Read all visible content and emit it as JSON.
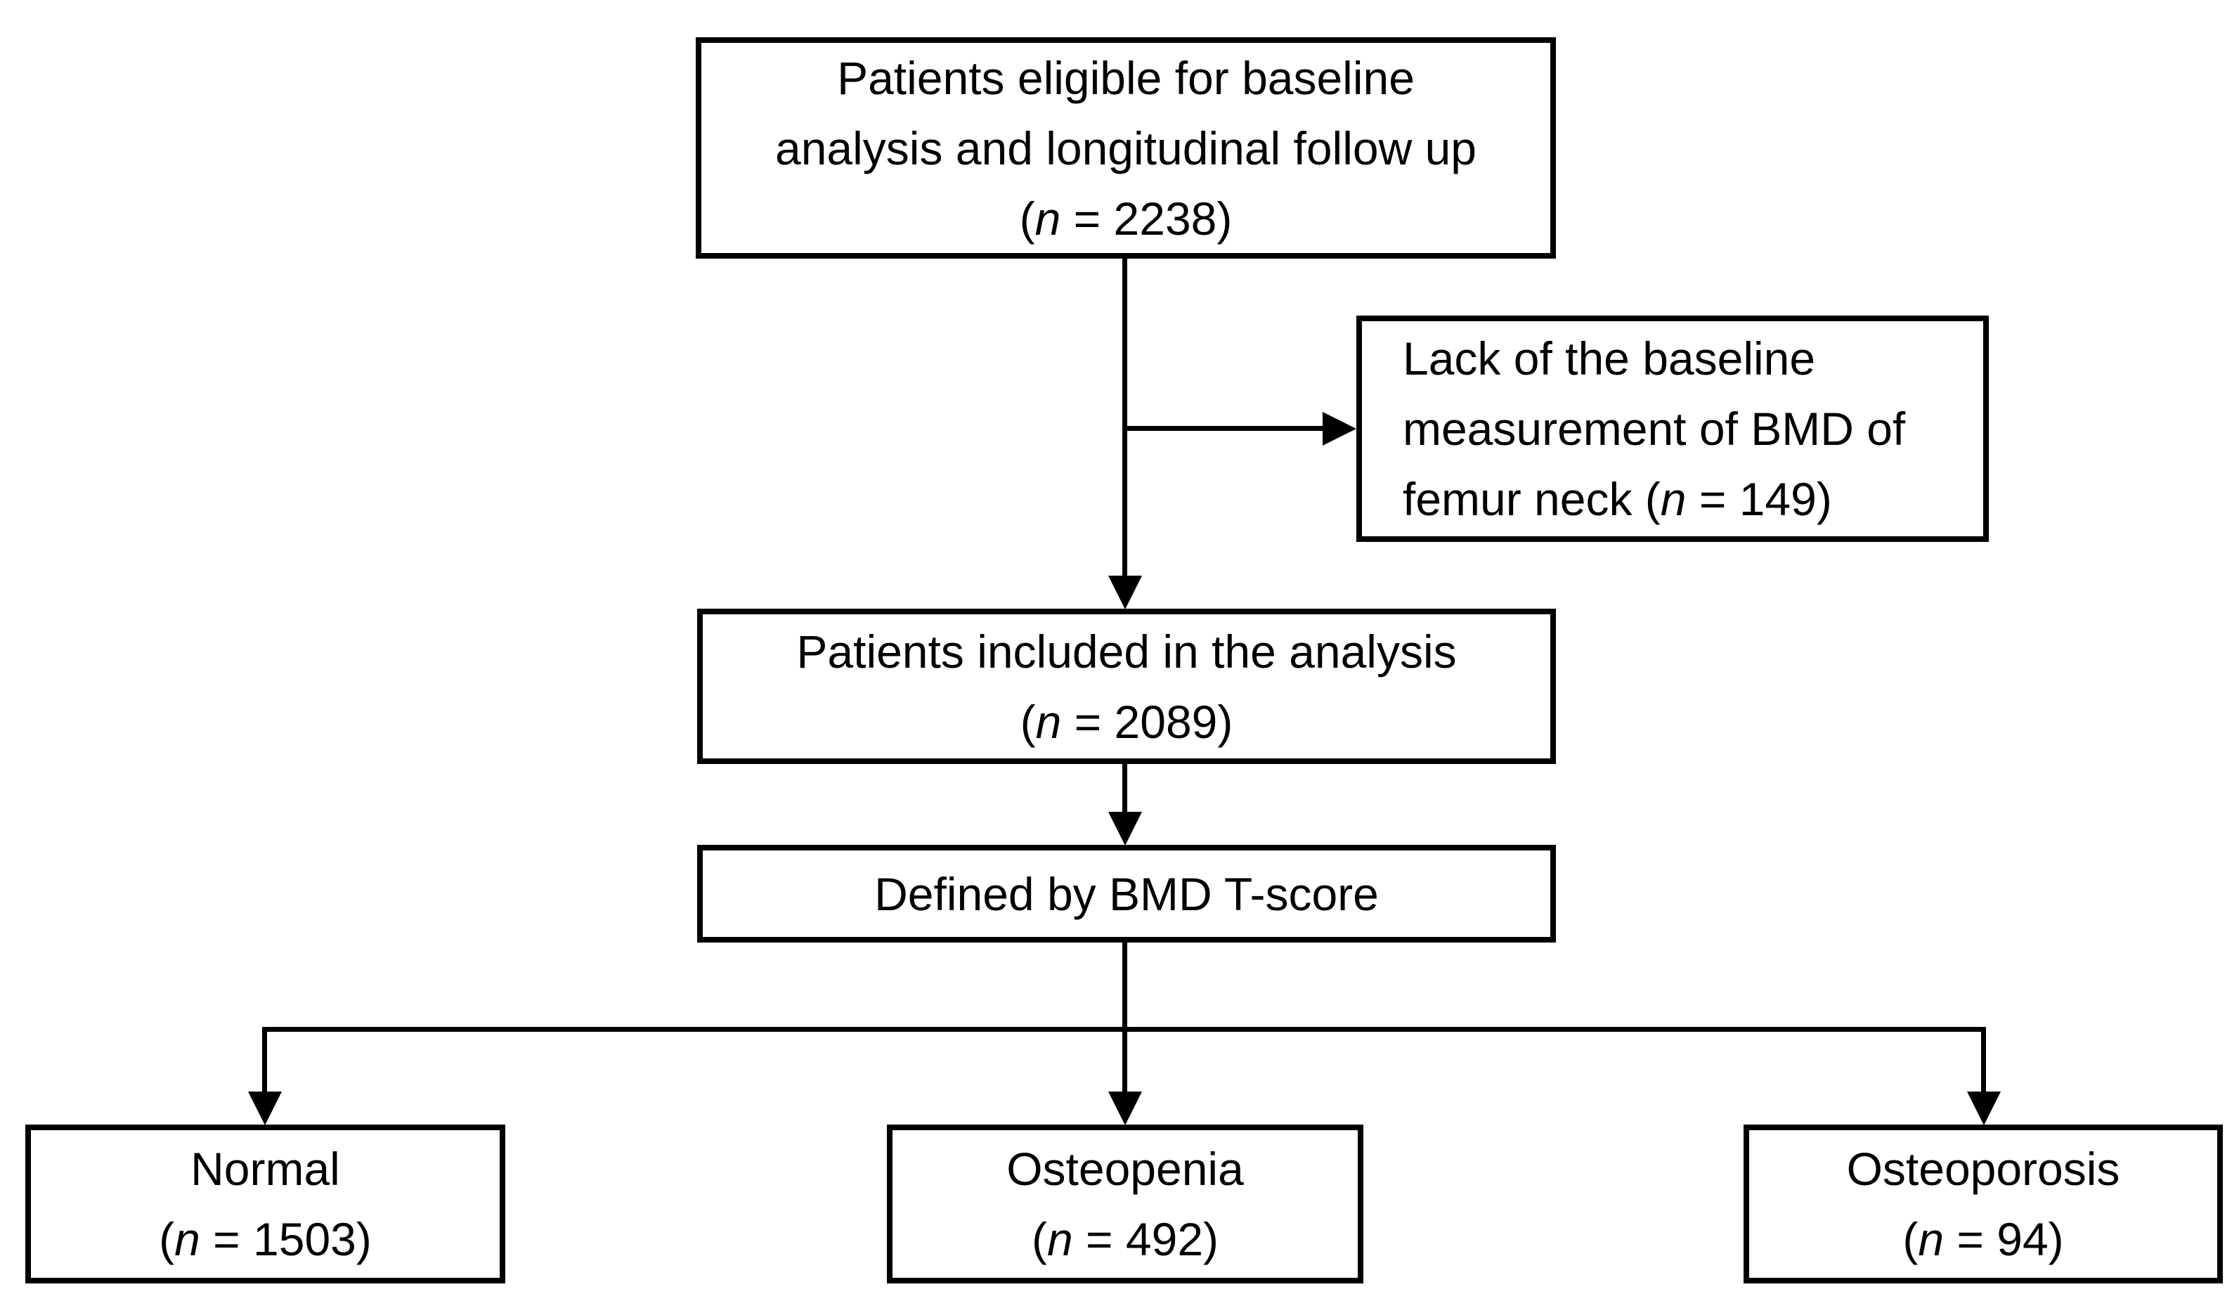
{
  "figure": {
    "background_color": "#ffffff",
    "line_color": "#000000",
    "nodes": {
      "eligible": {
        "line1": "Patients eligible for baseline",
        "line2": "analysis and longitudinal follow up",
        "count_prefix": "(",
        "count_symbol": "n",
        "count_equals": " = ",
        "count_value": "2238",
        "count_suffix": ")"
      },
      "excluded": {
        "line1": "Lack of the baseline",
        "line2": "measurement of BMD of",
        "line3_prefix": "femur neck (",
        "count_symbol": "n",
        "count_equals": " = ",
        "count_value": "149",
        "count_suffix": ")"
      },
      "included": {
        "line1": "Patients included in the analysis",
        "count_prefix": "(",
        "count_symbol": "n",
        "count_equals": " = ",
        "count_value": "2089",
        "count_suffix": ")"
      },
      "tscore": {
        "line1": "Defined by BMD T-score"
      },
      "normal": {
        "line1": "Normal",
        "count_prefix": "(",
        "count_symbol": "n",
        "count_equals": " = ",
        "count_value": "1503",
        "count_suffix": ")"
      },
      "osteopenia": {
        "line1": "Osteopenia",
        "count_prefix": "(",
        "count_symbol": "n",
        "count_equals": " = ",
        "count_value": "492",
        "count_suffix": ")"
      },
      "osteoporosis": {
        "line1": "Osteoporosis",
        "count_prefix": "(",
        "count_symbol": "n",
        "count_equals": " = ",
        "count_value": "94",
        "count_suffix": ")"
      }
    }
  }
}
